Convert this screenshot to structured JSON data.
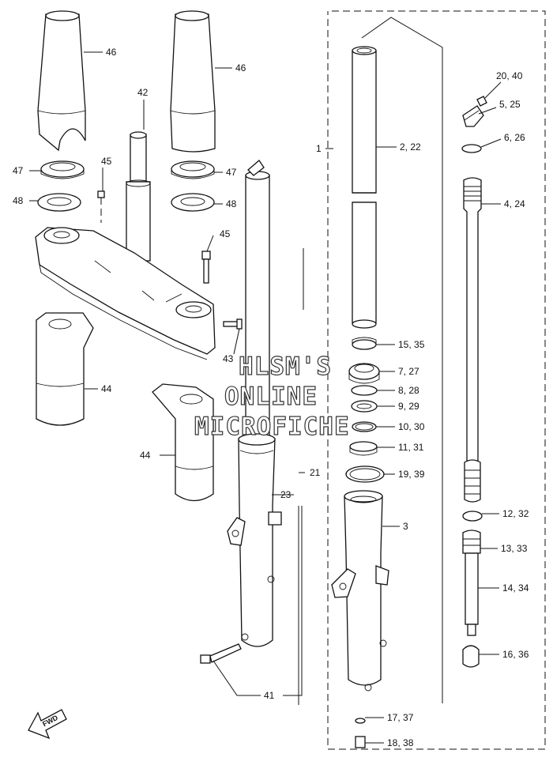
{
  "watermark": {
    "line1": "HLSM'S",
    "line2": "ONLINE",
    "line3": "MICROFICHE"
  },
  "direction_marker": "FWD",
  "callouts": {
    "c1": "1",
    "c2": "2, 22",
    "c3": "3",
    "c4": "4, 24",
    "c5": "5, 25",
    "c6": "6, 26",
    "c7": "7, 27",
    "c8": "8, 28",
    "c9": "9, 29",
    "c10": "10, 30",
    "c11": "11, 31",
    "c12": "12, 32",
    "c13": "13, 33",
    "c14": "14, 34",
    "c15": "15, 35",
    "c16": "16, 36",
    "c17": "17, 37",
    "c18": "18, 38",
    "c19": "19, 39",
    "c20": "20, 40",
    "c21": "21",
    "c23": "23",
    "c41": "41",
    "c42": "42",
    "c43": "43",
    "c44a": "44",
    "c44b": "44",
    "c45a": "45",
    "c45b": "45",
    "c46a": "46",
    "c46b": "46",
    "c47a": "47",
    "c47b": "47",
    "c48a": "48",
    "c48b": "48"
  }
}
